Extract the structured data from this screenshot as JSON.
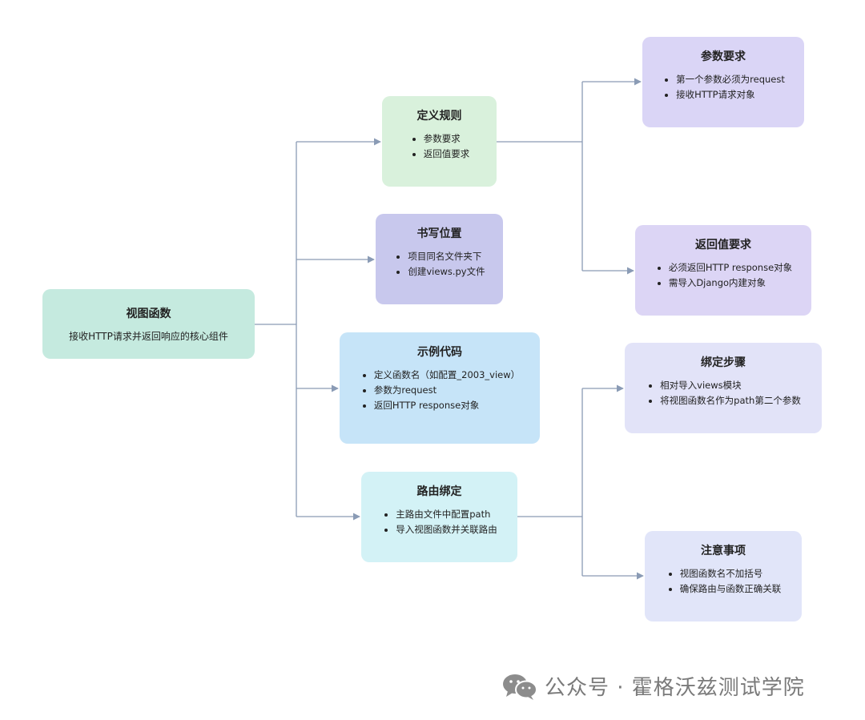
{
  "root": {
    "title": "视图函数",
    "subtitle": "接收HTTP请求并返回响应的核心组件"
  },
  "branches": [
    {
      "title": "定义规则",
      "items": [
        "参数要求",
        "返回值要求"
      ]
    },
    {
      "title": "书写位置",
      "items": [
        "项目同名文件夹下",
        "创建views.py文件"
      ]
    },
    {
      "title": "示例代码",
      "items": [
        "定义函数名（如配置_2003_view）",
        "参数为request",
        "返回HTTP response对象"
      ]
    },
    {
      "title": "路由绑定",
      "items": [
        "主路由文件中配置path",
        "导入视图函数并关联路由"
      ]
    }
  ],
  "details": [
    {
      "title": "参数要求",
      "items": [
        "第一个参数必须为request",
        "接收HTTP请求对象"
      ]
    },
    {
      "title": "返回值要求",
      "items": [
        "必须返回HTTP response对象",
        "需导入Django内建对象"
      ]
    },
    {
      "title": "绑定步骤",
      "items": [
        "相对导入views模块",
        "将视图函数名作为path第二个参数"
      ]
    },
    {
      "title": "注意事项",
      "items": [
        "视图函数名不加括号",
        "确保路由与函数正确关联"
      ]
    }
  ],
  "watermark": {
    "text": "公众号 · 霍格沃兹测试学院",
    "icon": "wechat-icon"
  },
  "colors": {
    "root": "#c5eadf",
    "define": "#d9f1dc",
    "location": "#c8c8ed",
    "example": "#c6e4f8",
    "routing": "#d3f2f6",
    "param": "#dad5f6",
    "retval": "#dcd5f5",
    "bind": "#e2e3f8",
    "notes": "#e1e5f9",
    "connector": "#8a9bb5"
  }
}
